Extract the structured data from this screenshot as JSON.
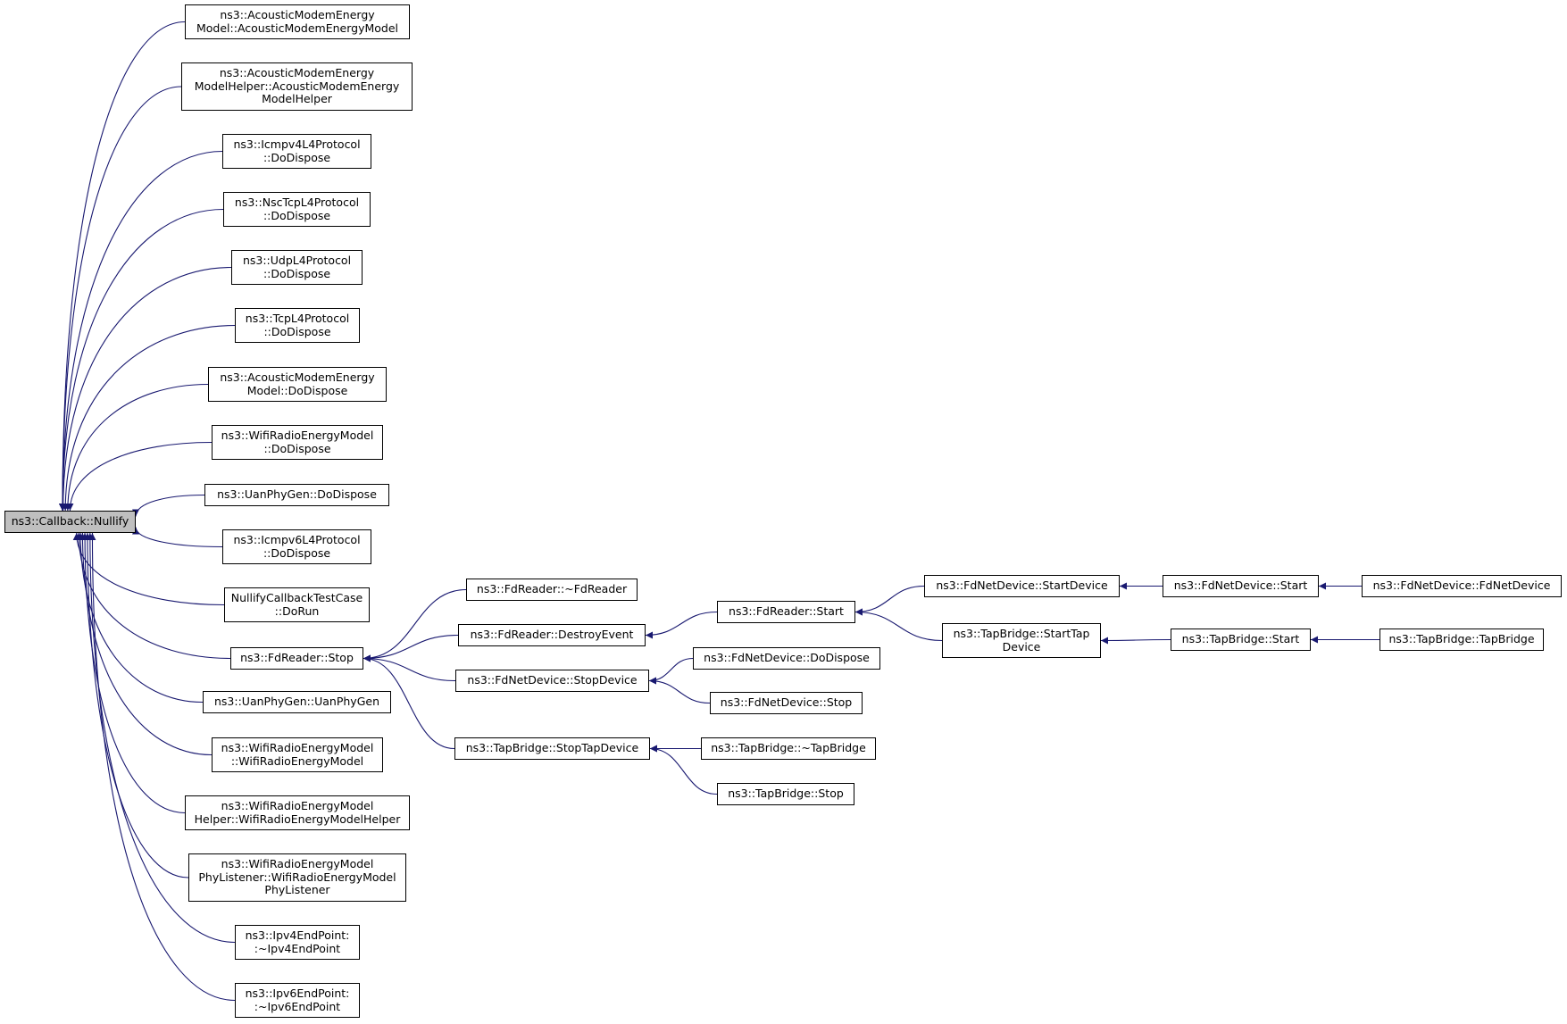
{
  "colors": {
    "edge": "#191970",
    "node_border": "#000000",
    "root_fill": "#bfbfbf"
  },
  "nodes": [
    {
      "id": "root",
      "label": "ns3::Callback::Nullify",
      "root": true
    },
    {
      "id": "ame1",
      "label": "ns3::AcousticModemEnergy\nModel::AcousticModemEnergyModel"
    },
    {
      "id": "ame2",
      "label": "ns3::AcousticModemEnergy\nModelHelper::AcousticModemEnergy\nModelHelper"
    },
    {
      "id": "icmp4",
      "label": "ns3::Icmpv4L4Protocol\n::DoDispose"
    },
    {
      "id": "nsc",
      "label": "ns3::NscTcpL4Protocol\n::DoDispose"
    },
    {
      "id": "udp",
      "label": "ns3::UdpL4Protocol\n::DoDispose"
    },
    {
      "id": "tcp",
      "label": "ns3::TcpL4Protocol\n::DoDispose"
    },
    {
      "id": "amedd",
      "label": "ns3::AcousticModemEnergy\nModel::DoDispose"
    },
    {
      "id": "wifidd",
      "label": "ns3::WifiRadioEnergyModel\n::DoDispose"
    },
    {
      "id": "uandd",
      "label": "ns3::UanPhyGen::DoDispose"
    },
    {
      "id": "icmp6",
      "label": "ns3::Icmpv6L4Protocol\n::DoDispose"
    },
    {
      "id": "nulltc",
      "label": "NullifyCallbackTestCase\n::DoRun"
    },
    {
      "id": "fdrstop",
      "label": "ns3::FdReader::Stop"
    },
    {
      "id": "uanctor",
      "label": "ns3::UanPhyGen::UanPhyGen"
    },
    {
      "id": "wifictor",
      "label": "ns3::WifiRadioEnergyModel\n::WifiRadioEnergyModel"
    },
    {
      "id": "wifihelp",
      "label": "ns3::WifiRadioEnergyModel\nHelper::WifiRadioEnergyModelHelper"
    },
    {
      "id": "wifiphy",
      "label": "ns3::WifiRadioEnergyModel\nPhyListener::WifiRadioEnergyModel\nPhyListener"
    },
    {
      "id": "ipv4ep",
      "label": "ns3::Ipv4EndPoint:\n:~Ipv4EndPoint"
    },
    {
      "id": "ipv6ep",
      "label": "ns3::Ipv6EndPoint:\n:~Ipv6EndPoint"
    },
    {
      "id": "fdrdtor",
      "label": "ns3::FdReader::~FdReader"
    },
    {
      "id": "fdrdestroy",
      "label": "ns3::FdReader::DestroyEvent"
    },
    {
      "id": "fdnstop",
      "label": "ns3::FdNetDevice::StopDevice"
    },
    {
      "id": "tbstoptap",
      "label": "ns3::TapBridge::StopTapDevice"
    },
    {
      "id": "fdrstart",
      "label": "ns3::FdReader::Start"
    },
    {
      "id": "fdndd",
      "label": "ns3::FdNetDevice::DoDispose"
    },
    {
      "id": "fdnstopb",
      "label": "ns3::FdNetDevice::Stop"
    },
    {
      "id": "tbdtor",
      "label": "ns3::TapBridge::~TapBridge"
    },
    {
      "id": "tbstop",
      "label": "ns3::TapBridge::Stop"
    },
    {
      "id": "fdnstartdev",
      "label": "ns3::FdNetDevice::StartDevice"
    },
    {
      "id": "tbstarttap",
      "label": "ns3::TapBridge::StartTap\nDevice"
    },
    {
      "id": "fdnstart",
      "label": "ns3::FdNetDevice::Start"
    },
    {
      "id": "tbstart",
      "label": "ns3::TapBridge::Start"
    },
    {
      "id": "fdnctor",
      "label": "ns3::FdNetDevice::FdNetDevice"
    },
    {
      "id": "tbctor",
      "label": "ns3::TapBridge::TapBridge"
    }
  ],
  "edges": [
    [
      "ame1",
      "root"
    ],
    [
      "ame2",
      "root"
    ],
    [
      "icmp4",
      "root"
    ],
    [
      "nsc",
      "root"
    ],
    [
      "udp",
      "root"
    ],
    [
      "tcp",
      "root"
    ],
    [
      "amedd",
      "root"
    ],
    [
      "wifidd",
      "root"
    ],
    [
      "uandd",
      "root"
    ],
    [
      "icmp6",
      "root"
    ],
    [
      "nulltc",
      "root"
    ],
    [
      "fdrstop",
      "root"
    ],
    [
      "uanctor",
      "root"
    ],
    [
      "wifictor",
      "root"
    ],
    [
      "wifihelp",
      "root"
    ],
    [
      "wifiphy",
      "root"
    ],
    [
      "ipv4ep",
      "root"
    ],
    [
      "ipv6ep",
      "root"
    ],
    [
      "fdrdtor",
      "fdrstop"
    ],
    [
      "fdrdestroy",
      "fdrstop"
    ],
    [
      "fdnstop",
      "fdrstop"
    ],
    [
      "tbstoptap",
      "fdrstop"
    ],
    [
      "fdrstart",
      "fdrdestroy"
    ],
    [
      "fdndd",
      "fdnstop"
    ],
    [
      "fdnstopb",
      "fdnstop"
    ],
    [
      "tbdtor",
      "tbstoptap"
    ],
    [
      "tbstop",
      "tbstoptap"
    ],
    [
      "fdnstartdev",
      "fdrstart"
    ],
    [
      "tbstarttap",
      "fdrstart"
    ],
    [
      "fdnstart",
      "fdnstartdev"
    ],
    [
      "tbstart",
      "tbstarttap"
    ],
    [
      "fdnctor",
      "fdnstart"
    ],
    [
      "tbctor",
      "tbstart"
    ]
  ]
}
